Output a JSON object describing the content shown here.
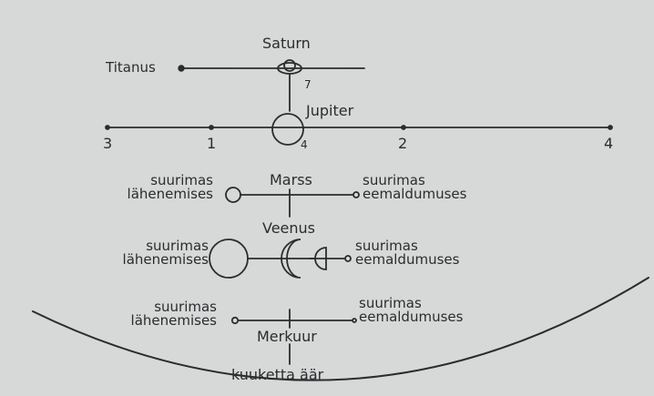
{
  "colors": {
    "paper": "#d6d9d8",
    "ink": "#2a2c2e"
  },
  "planets": {
    "saturn": {
      "name": "Saturn",
      "moon": "Titanus",
      "moon_number": "7"
    },
    "jupiter": {
      "name": "Jupiter",
      "number": "4"
    },
    "mars": {
      "name": "Marss",
      "near": "suurimas\nlähenemises",
      "far": "suurimas\neemaldumuses"
    },
    "venus": {
      "name": "Veenus",
      "near": "suurimas\nlähenemises",
      "far": "suurimas\neemaldumuses"
    },
    "mercury": {
      "name": "Merkuur",
      "near": "suurimas\nlähenemises",
      "far": "suurimas\neemaldumuses"
    }
  },
  "scale": {
    "ticks": [
      "3",
      "1",
      "2",
      "4"
    ]
  },
  "moon_limb": {
    "label": "kuuketta äär"
  }
}
